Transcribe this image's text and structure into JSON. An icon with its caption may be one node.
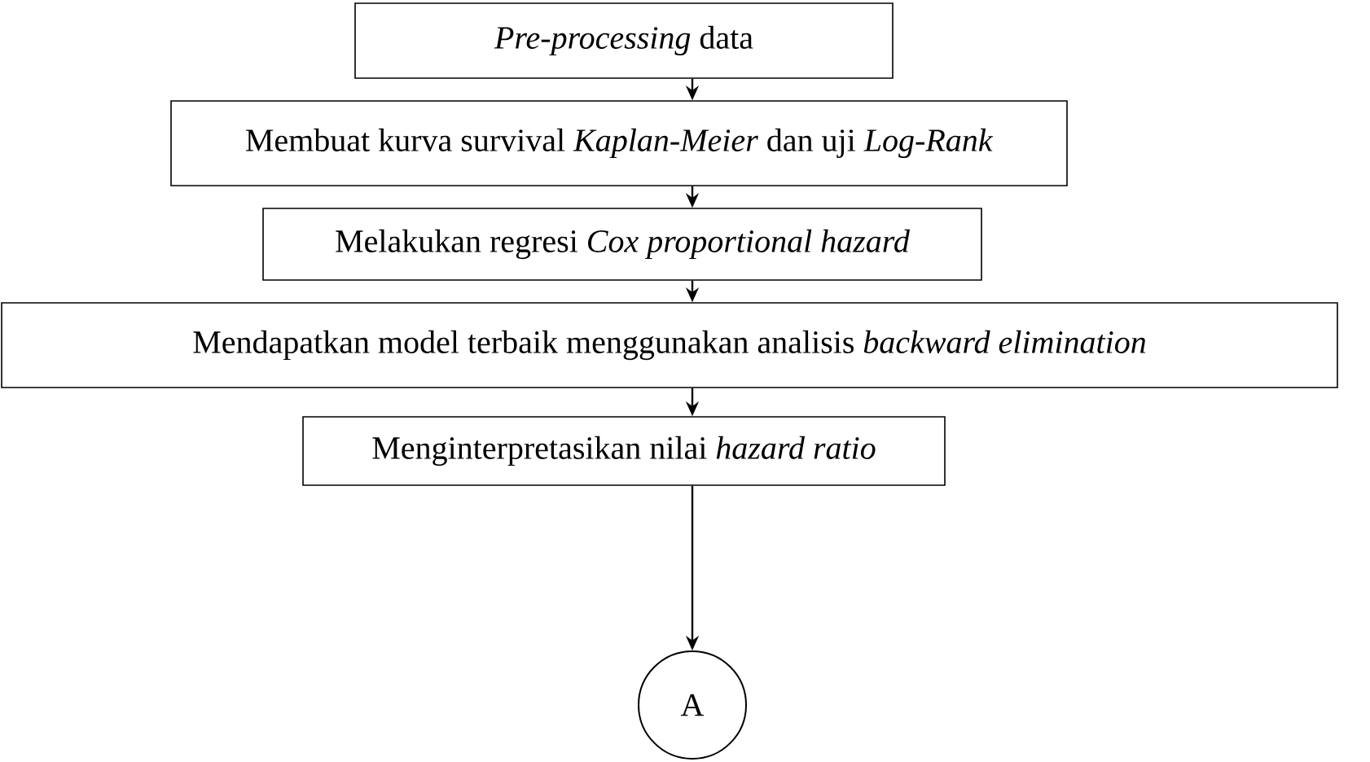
{
  "diagram": {
    "nodes": [
      {
        "text": [
          "*Pre-processing* data"
        ]
      },
      {
        "text": [
          "Membuat kurva survival *Kaplan-Meier* dan uji *Log-Rank*"
        ]
      },
      {
        "text": [
          "Melakukan regresi *Cox proportional hazard*"
        ]
      },
      {
        "text": [
          "Mendapatkan model terbaik menggunakan analisis *backward elimination*"
        ]
      },
      {
        "text": [
          "Menginterpretasikan nilai *hazard ratio*"
        ]
      },
      {
        "text": [
          "A"
        ]
      }
    ],
    "edges": [
      {
        "from": 0,
        "to": 1,
        "arrow": "to"
      },
      {
        "from": 1,
        "to": 2,
        "arrow": "to"
      },
      {
        "from": 2,
        "to": 3,
        "arrow": "to"
      },
      {
        "from": 3,
        "to": 4,
        "arrow": "to"
      },
      {
        "from": 4,
        "to": 5,
        "arrow": "to"
      }
    ]
  }
}
